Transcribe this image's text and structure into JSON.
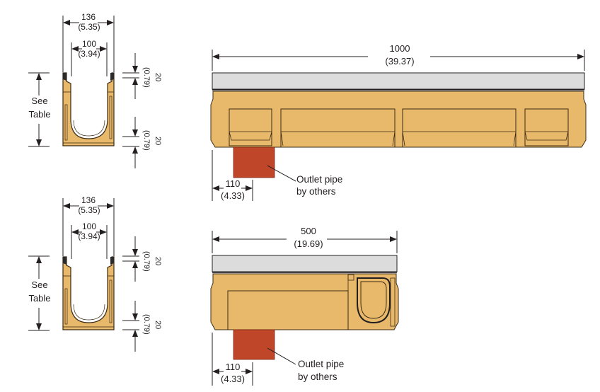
{
  "colors": {
    "body_fill": "#e8b96a",
    "body_stroke": "#3b2a14",
    "grate_fill": "#dcdcdc",
    "outlet_fill": "#c0462a",
    "line": "#231f20",
    "background": "#ffffff"
  },
  "cross_sections": [
    {
      "id": "top",
      "overall_width": {
        "mm": "136",
        "in": "(5.35)"
      },
      "inner_width": {
        "mm": "100",
        "in": "(3.94)"
      },
      "height_label": [
        "See",
        "Table"
      ],
      "top_offset": {
        "mm": "20",
        "in": "(0.79)"
      },
      "bottom_offset": {
        "mm": "20",
        "in": "(0.79)"
      }
    },
    {
      "id": "bottom",
      "overall_width": {
        "mm": "136",
        "in": "(5.35)"
      },
      "inner_width": {
        "mm": "100",
        "in": "(3.94)"
      },
      "height_label": [
        "See",
        "Table"
      ],
      "top_offset": {
        "mm": "20",
        "in": "(0.79)"
      },
      "bottom_offset": {
        "mm": "20",
        "in": "(0.79)"
      }
    }
  ],
  "side_views": [
    {
      "id": "channel-1000",
      "length": {
        "mm": "1000",
        "in": "(39.37)"
      },
      "outlet_offset": {
        "mm": "110",
        "in": "(4.33)"
      },
      "outlet_note": [
        "Outlet pipe",
        "by others"
      ]
    },
    {
      "id": "channel-500",
      "length": {
        "mm": "500",
        "in": "(19.69)"
      },
      "outlet_offset": {
        "mm": "110",
        "in": "(4.33)"
      },
      "outlet_note": [
        "Outlet pipe",
        "by others"
      ]
    }
  ]
}
